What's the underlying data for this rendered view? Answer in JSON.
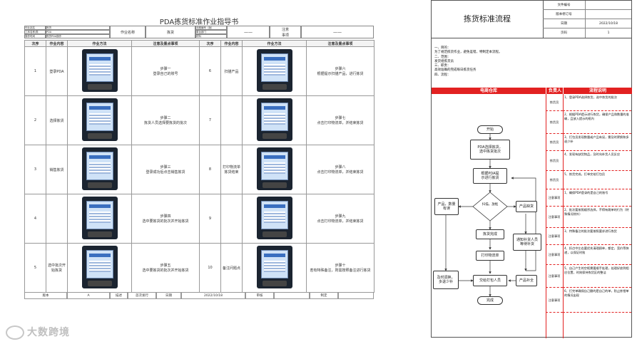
{
  "left": {
    "title": "PDA拣货标准作业指导书",
    "meta": {
      "r1": [
        "作业站名",
        "拣货",
        "流程编号（版）",
        "",
        "——",
        "注意",
        "——"
      ],
      "r2": [
        "工序名称/类",
        "PDA",
        "作业名称",
        "拣货",
        "单台部门",
        "事项"
      ],
      "r3": [
        "操作时间",
        "拣货PDA操作",
        "",
        "材料",
        "",
        ""
      ]
    },
    "headers": [
      "次序",
      "作业内容",
      "作业方法",
      "注意及重点事项",
      "次序",
      "作业内容",
      "作业方法",
      "注意及重点事项"
    ],
    "rows": [
      {
        "no": "1",
        "content": "登录PDA",
        "note": "步骤一\n登录自己的账号",
        "no2": "6",
        "content2": "扫描产品",
        "note2": "步骤六\n根据提示扫描产品，进行拣货"
      },
      {
        "no": "2",
        "content": "选择拣货",
        "note": "步骤二\n拣货人员选择要拣货的批次",
        "no2": "7",
        "content2": "",
        "note2": "步骤七\n点击打印物流单，并结束拣货"
      },
      {
        "no": "3",
        "content": "销售拣货",
        "note": "步骤三\n登录成功后点击销售拣货",
        "no2": "8",
        "content2": "打印物流单\n拣货结束",
        "note2": "步骤八\n点击打印物流单，并结束拣货"
      },
      {
        "no": "4",
        "content": "",
        "note": "步骤四\n选中要拣货的批次并开始拣货",
        "no2": "9",
        "content2": "",
        "note2": "步骤九\n点击打印物流单，并结束拣货"
      },
      {
        "no": "5",
        "content": "选中批次开\n始拣货",
        "note": "步骤五\n选中要拣货的批次并开始拣货",
        "no2": "10",
        "content2": "备注问题点",
        "note2": "步骤十\n若有特殊备注，则需按照备注进行拣货"
      }
    ],
    "footer": [
      "版本",
      "A",
      "描述",
      "首次发行",
      "日期",
      "2022/10/18",
      "审核",
      "",
      "制定",
      ""
    ]
  },
  "right": {
    "title": "拣货标准流程",
    "head_labels": [
      "文件编号",
      "版本修订号",
      "日期",
      "页码"
    ],
    "head_values": [
      "",
      "",
      "2022/10/18",
      "1"
    ],
    "intro": [
      "一、目的：",
      "为了规范拣货作业，避免差错，特制定本流程。",
      "二、范围：",
      "发货组拣货员",
      "三、职责：",
      "高效准确的完成每日拣货任务",
      "四、流程："
    ],
    "col_headers": [
      "电商仓库",
      "负责人",
      "流程说明"
    ],
    "flow": {
      "start": "开始",
      "step1": "PDA选择拣货，\n选中拣货批次",
      "step2": "根据PDA提\n示进行拣货",
      "decision": "扫描，放框",
      "left_box": "产品，数量\n有误",
      "right_box": "产品缺货",
      "done": "拣货完成",
      "print": "打印物流单",
      "notify": "通知补货人员\n等待补货",
      "fix": "及时调换，\n多退少补",
      "handover": "交给打包人员",
      "replenish": "产品补全",
      "end": "完成"
    },
    "responsibles": [
      "拣货员",
      "拣货员",
      "拣货员",
      "拣货员",
      "拣货员",
      "注意事项",
      "注意事项",
      "注意事项",
      "注意事项",
      "注意事项",
      "注意事项"
    ],
    "descriptions": [
      "1、登录PDA选择拣货，选中拣货的批次",
      "2、根据PDA提示进行拣货，确保产品和数量的准确，且放入提示的框内",
      "3、打包员发现数量或产品有误，需及时更换和多退少补",
      "4、发现有缺货物品，及时向补货人员反应",
      "5、拣货完成，打单交给打包员",
      "1、确保PDA登录的是自己的账号",
      "2、批次要按照顺序选择，不得有跳单的行为（特殊情况除外）",
      "3、特殊备注的批次要按照要求进行拣货",
      "4、扣点中左右要优先清理顾单，都定，竞价等快递，以保证时效",
      "5、自己产生的空框需要顺手处理，处理好放到相应位置，时刻保持拣货区的整洁",
      "6、打完单确保自己删的是自己的单，防止拣错单的情况出现"
    ]
  },
  "watermark": "大数跨境"
}
